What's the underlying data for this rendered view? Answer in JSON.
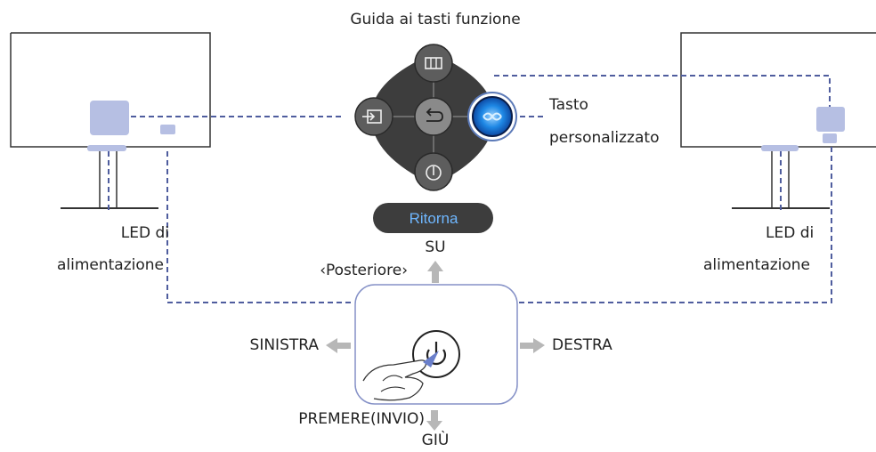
{
  "title": "Guida ai tasti funzione",
  "menu": {
    "highlighted_label": "Ritorna",
    "buttons": [
      {
        "position": "top",
        "icon": "picture-icon"
      },
      {
        "position": "left",
        "icon": "source-input-icon"
      },
      {
        "position": "center",
        "icon": "return-icon"
      },
      {
        "position": "right",
        "icon": "custom-key-icon"
      },
      {
        "position": "bottom",
        "icon": "power-icon"
      }
    ]
  },
  "labels": {
    "custom_key_line1": "Tasto",
    "custom_key_line2": "personalizzato",
    "led_left_line1": "LED di",
    "led_left_line2": "alimentazione",
    "led_right_line1": "LED di",
    "led_right_line2": "alimentazione"
  },
  "directions": {
    "up": "SU",
    "up_note": "‹Posteriore›",
    "left": "SINISTRA",
    "right": "DESTRA",
    "press": "PREMERE(INVIO)",
    "down": "GIÙ"
  },
  "colors": {
    "dashed_line": "#4f5d9e",
    "led_fill": "#b6bfe3",
    "menu_dark": "#3d3d3d",
    "menu_button": "#5d5d5d",
    "center_button": "#8a8a8a",
    "highlight_glow": "#1e88e5",
    "ritorna_text": "#6fb7ff",
    "arrow_gray": "#b7b7b7",
    "panel_border": "#8591c7"
  }
}
